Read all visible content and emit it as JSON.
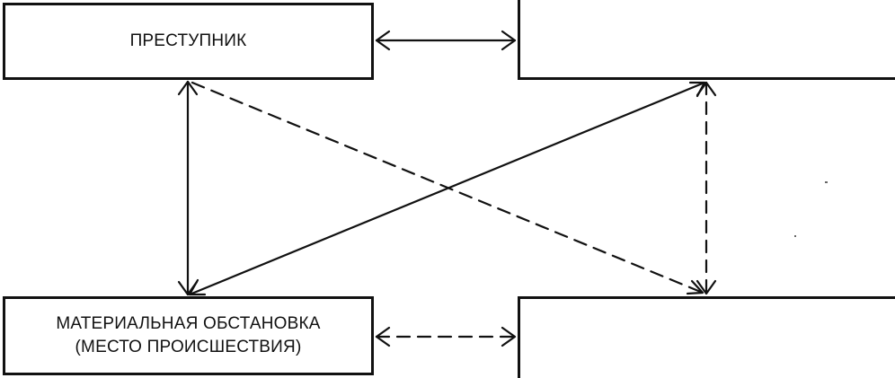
{
  "diagram": {
    "nodes": {
      "criminal": {
        "label": "ПРЕСТУПНИК"
      },
      "top_right": {
        "label": ""
      },
      "material": {
        "label": "МАТЕРИАЛЬНАЯ ОБСТАНОВКА\n(МЕСТО ПРОИСШЕСТВИЯ)"
      },
      "bottom_right": {
        "label": ""
      }
    },
    "edges": [
      {
        "from": "criminal",
        "to": "top_right",
        "style": "solid",
        "direction": "both"
      },
      {
        "from": "criminal",
        "to": "material",
        "style": "solid",
        "direction": "both"
      },
      {
        "from": "material",
        "to": "top_right",
        "style": "solid",
        "direction": "both"
      },
      {
        "from": "criminal",
        "to": "bottom_right",
        "style": "dashed",
        "direction": "to"
      },
      {
        "from": "top_right",
        "to": "bottom_right",
        "style": "dashed",
        "direction": "both"
      },
      {
        "from": "material",
        "to": "bottom_right",
        "style": "dashed",
        "direction": "both"
      }
    ],
    "colors": {
      "stroke": "#111111",
      "background": "#ffffff"
    }
  }
}
